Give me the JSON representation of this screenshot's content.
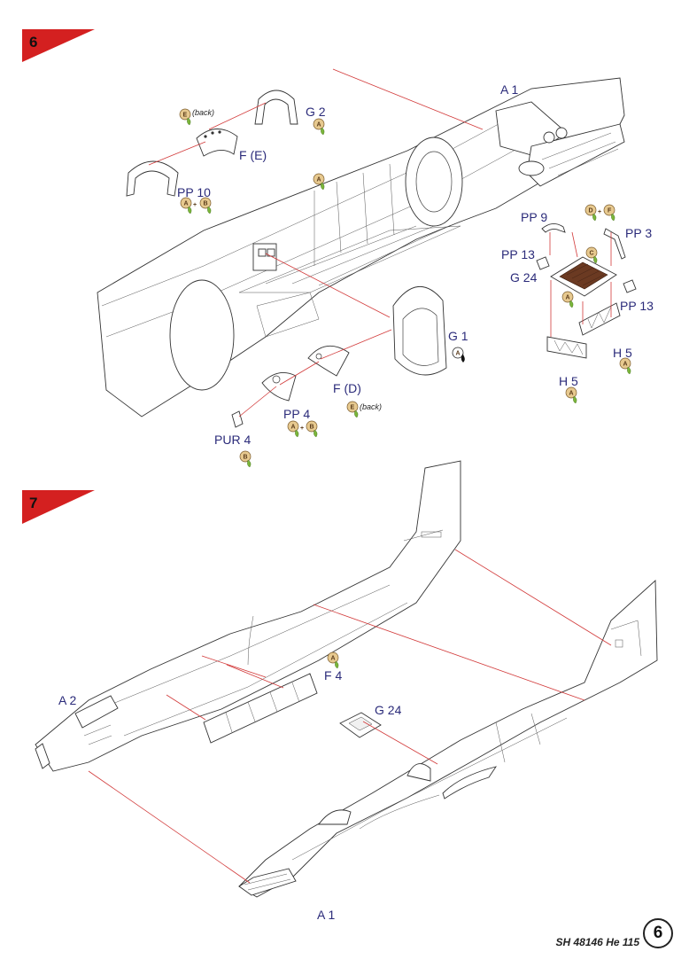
{
  "steps": [
    {
      "number": "6"
    },
    {
      "number": "7"
    }
  ],
  "step6": {
    "labels": {
      "a1": "A 1",
      "g2": "G 2",
      "fe": "F (E)",
      "pp10": "PP 10",
      "pp9": "PP 9",
      "pp3": "PP 3",
      "pp13_left": "PP 13",
      "pp13_right": "PP 13",
      "g24": "G 24",
      "g1": "G 1",
      "h5_right": "H 5",
      "h5_left": "H 5",
      "fd": "F (D)",
      "pp4": "PP 4",
      "pur4": "PUR 4"
    },
    "notes": {
      "back_top": "(back)",
      "back_bottom": "(back)"
    }
  },
  "step7": {
    "labels": {
      "f4": "F 4",
      "g24": "G 24",
      "a2": "A 2",
      "a1": "A 1"
    }
  },
  "color_codes": {
    "a": "A",
    "b": "B",
    "c": "C",
    "d": "D",
    "e": "E",
    "f": "F",
    "plus": "+"
  },
  "colors": {
    "step_flag": "#d42020",
    "label": "#2b2b7a",
    "pointer": "#d23a3a",
    "code_fill": "#e7c98f",
    "code_leaf": "#7bb63a"
  },
  "footer": {
    "kit": "SH 48146 He 115",
    "page": "6"
  }
}
